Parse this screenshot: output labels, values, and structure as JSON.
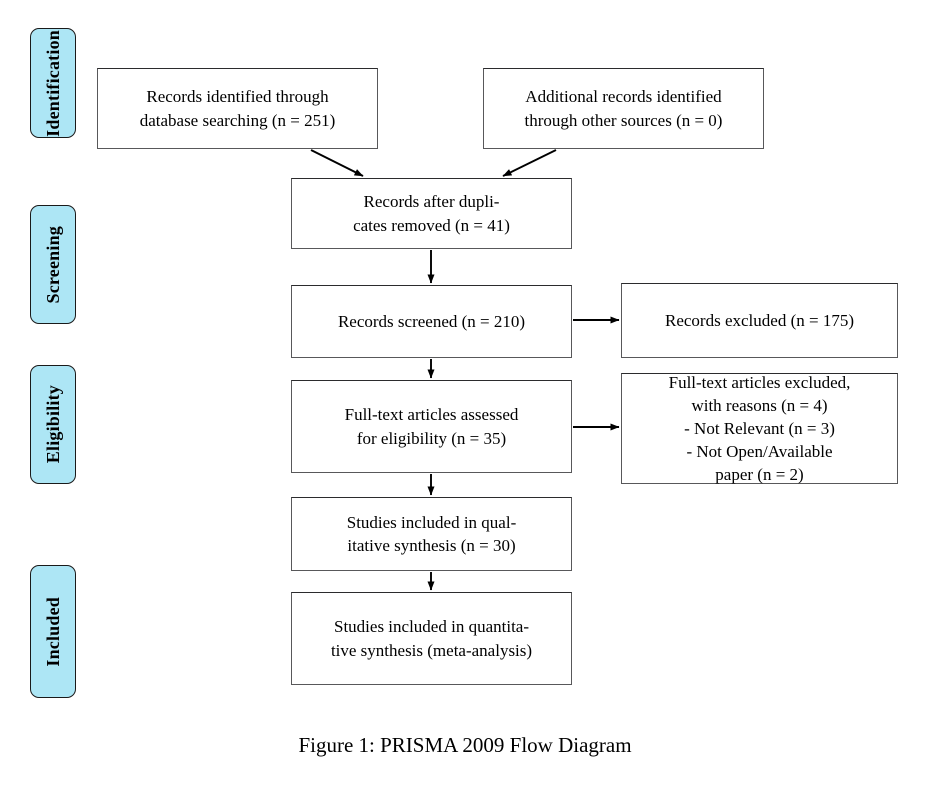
{
  "figure": {
    "caption": "Figure 1: PRISMA 2009 Flow Diagram",
    "diagram_type": "PRISMA 2009 flow diagram",
    "colors": {
      "stage_pill_fill": "#ade6f5",
      "stage_pill_border": "#1a1a1a",
      "box_fill": "#ffffff",
      "box_border": "#58585a",
      "arrow": "#000000",
      "text": "#000000",
      "background": "#ffffff"
    }
  },
  "stages": [
    {
      "label": "Identification"
    },
    {
      "label": "Screening"
    },
    {
      "label": "Eligibility"
    },
    {
      "label": "Included"
    }
  ],
  "boxes": {
    "identified_database": {
      "text": "Records identified through\ndatabase searching (n = 251)",
      "n": 251
    },
    "identified_other": {
      "text": "Additional records identified\nthrough other sources (n = 0)",
      "n": 0
    },
    "duplicates_removed": {
      "text": "Records after dupli-\ncates removed (n = 41)",
      "n": 41
    },
    "records_screened": {
      "text": "Records screened (n = 210)",
      "n": 210
    },
    "records_excluded": {
      "text": "Records excluded (n = 175)",
      "n": 175
    },
    "fulltext_assessed": {
      "text": "Full-text articles assessed\nfor eligibility (n = 35)",
      "n": 35
    },
    "fulltext_excluded": {
      "text": "Full-text articles excluded,\nwith reasons (n = 4)\n- Not Relevant (n = 3)\n- Not Open/Available\npaper (n = 2)",
      "n": 4,
      "reasons": [
        {
          "label": "Not Relevant",
          "n": 3
        },
        {
          "label": "Not Open/Available paper",
          "n": 2
        }
      ]
    },
    "qualitative_synthesis": {
      "text": "Studies included in qual-\nitative synthesis (n = 30)",
      "n": 30
    },
    "quantitative_synthesis": {
      "text": "Studies included in quantita-\ntive synthesis (meta-analysis)"
    }
  },
  "chart_data": {
    "type": "diagram",
    "title": "Figure 1: PRISMA 2009 Flow Diagram",
    "nodes": [
      {
        "id": "identified_database",
        "stage": "Identification",
        "label": "Records identified through database searching",
        "n": 251
      },
      {
        "id": "identified_other",
        "stage": "Identification",
        "label": "Additional records identified through other sources",
        "n": 0
      },
      {
        "id": "duplicates_removed",
        "stage": "Screening",
        "label": "Records after duplicates removed",
        "n": 41
      },
      {
        "id": "records_screened",
        "stage": "Screening",
        "label": "Records screened",
        "n": 210
      },
      {
        "id": "records_excluded",
        "stage": "Screening",
        "label": "Records excluded",
        "n": 175
      },
      {
        "id": "fulltext_assessed",
        "stage": "Eligibility",
        "label": "Full-text articles assessed for eligibility",
        "n": 35
      },
      {
        "id": "fulltext_excluded",
        "stage": "Eligibility",
        "label": "Full-text articles excluded, with reasons",
        "n": 4
      },
      {
        "id": "qualitative_synthesis",
        "stage": "Included",
        "label": "Studies included in qualitative synthesis",
        "n": 30
      },
      {
        "id": "quantitative_synthesis",
        "stage": "Included",
        "label": "Studies included in quantitative synthesis (meta-analysis)",
        "n": null
      }
    ],
    "edges": [
      {
        "from": "identified_database",
        "to": "duplicates_removed"
      },
      {
        "from": "identified_other",
        "to": "duplicates_removed"
      },
      {
        "from": "duplicates_removed",
        "to": "records_screened"
      },
      {
        "from": "records_screened",
        "to": "records_excluded"
      },
      {
        "from": "records_screened",
        "to": "fulltext_assessed"
      },
      {
        "from": "fulltext_assessed",
        "to": "fulltext_excluded"
      },
      {
        "from": "fulltext_assessed",
        "to": "qualitative_synthesis"
      },
      {
        "from": "qualitative_synthesis",
        "to": "quantitative_synthesis"
      }
    ]
  }
}
